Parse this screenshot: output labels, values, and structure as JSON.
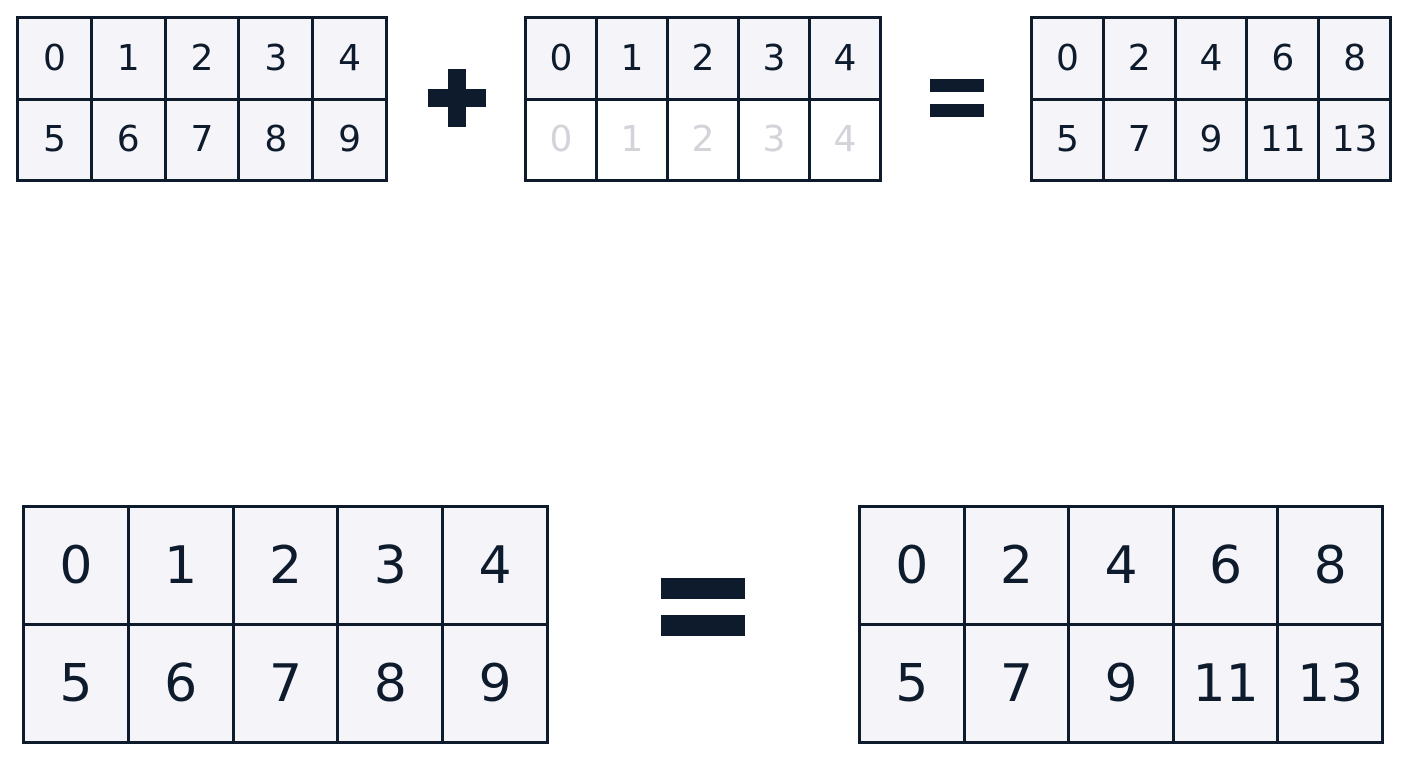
{
  "colors": {
    "stroke": "#0e1b2c",
    "cell_fill": "#f4f4f9",
    "faded_text": "#d2d4da"
  },
  "top_row": {
    "operand_a": [
      "0",
      "1",
      "2",
      "3",
      "4",
      "5",
      "6",
      "7",
      "8",
      "9"
    ],
    "operand_b_row1": [
      "0",
      "1",
      "2",
      "3",
      "4"
    ],
    "operand_b_row2_faded": [
      "0",
      "1",
      "2",
      "3",
      "4"
    ],
    "result": [
      "0",
      "2",
      "4",
      "6",
      "8",
      "5",
      "7",
      "9",
      "11",
      "13"
    ]
  },
  "bottom_row": {
    "operand": [
      "0",
      "1",
      "2",
      "3",
      "4",
      "5",
      "6",
      "7",
      "8",
      "9"
    ],
    "result": [
      "0",
      "2",
      "4",
      "6",
      "8",
      "5",
      "7",
      "9",
      "11",
      "13"
    ]
  },
  "operators": {
    "plus": "plus-icon",
    "equals": "equals-icon"
  }
}
